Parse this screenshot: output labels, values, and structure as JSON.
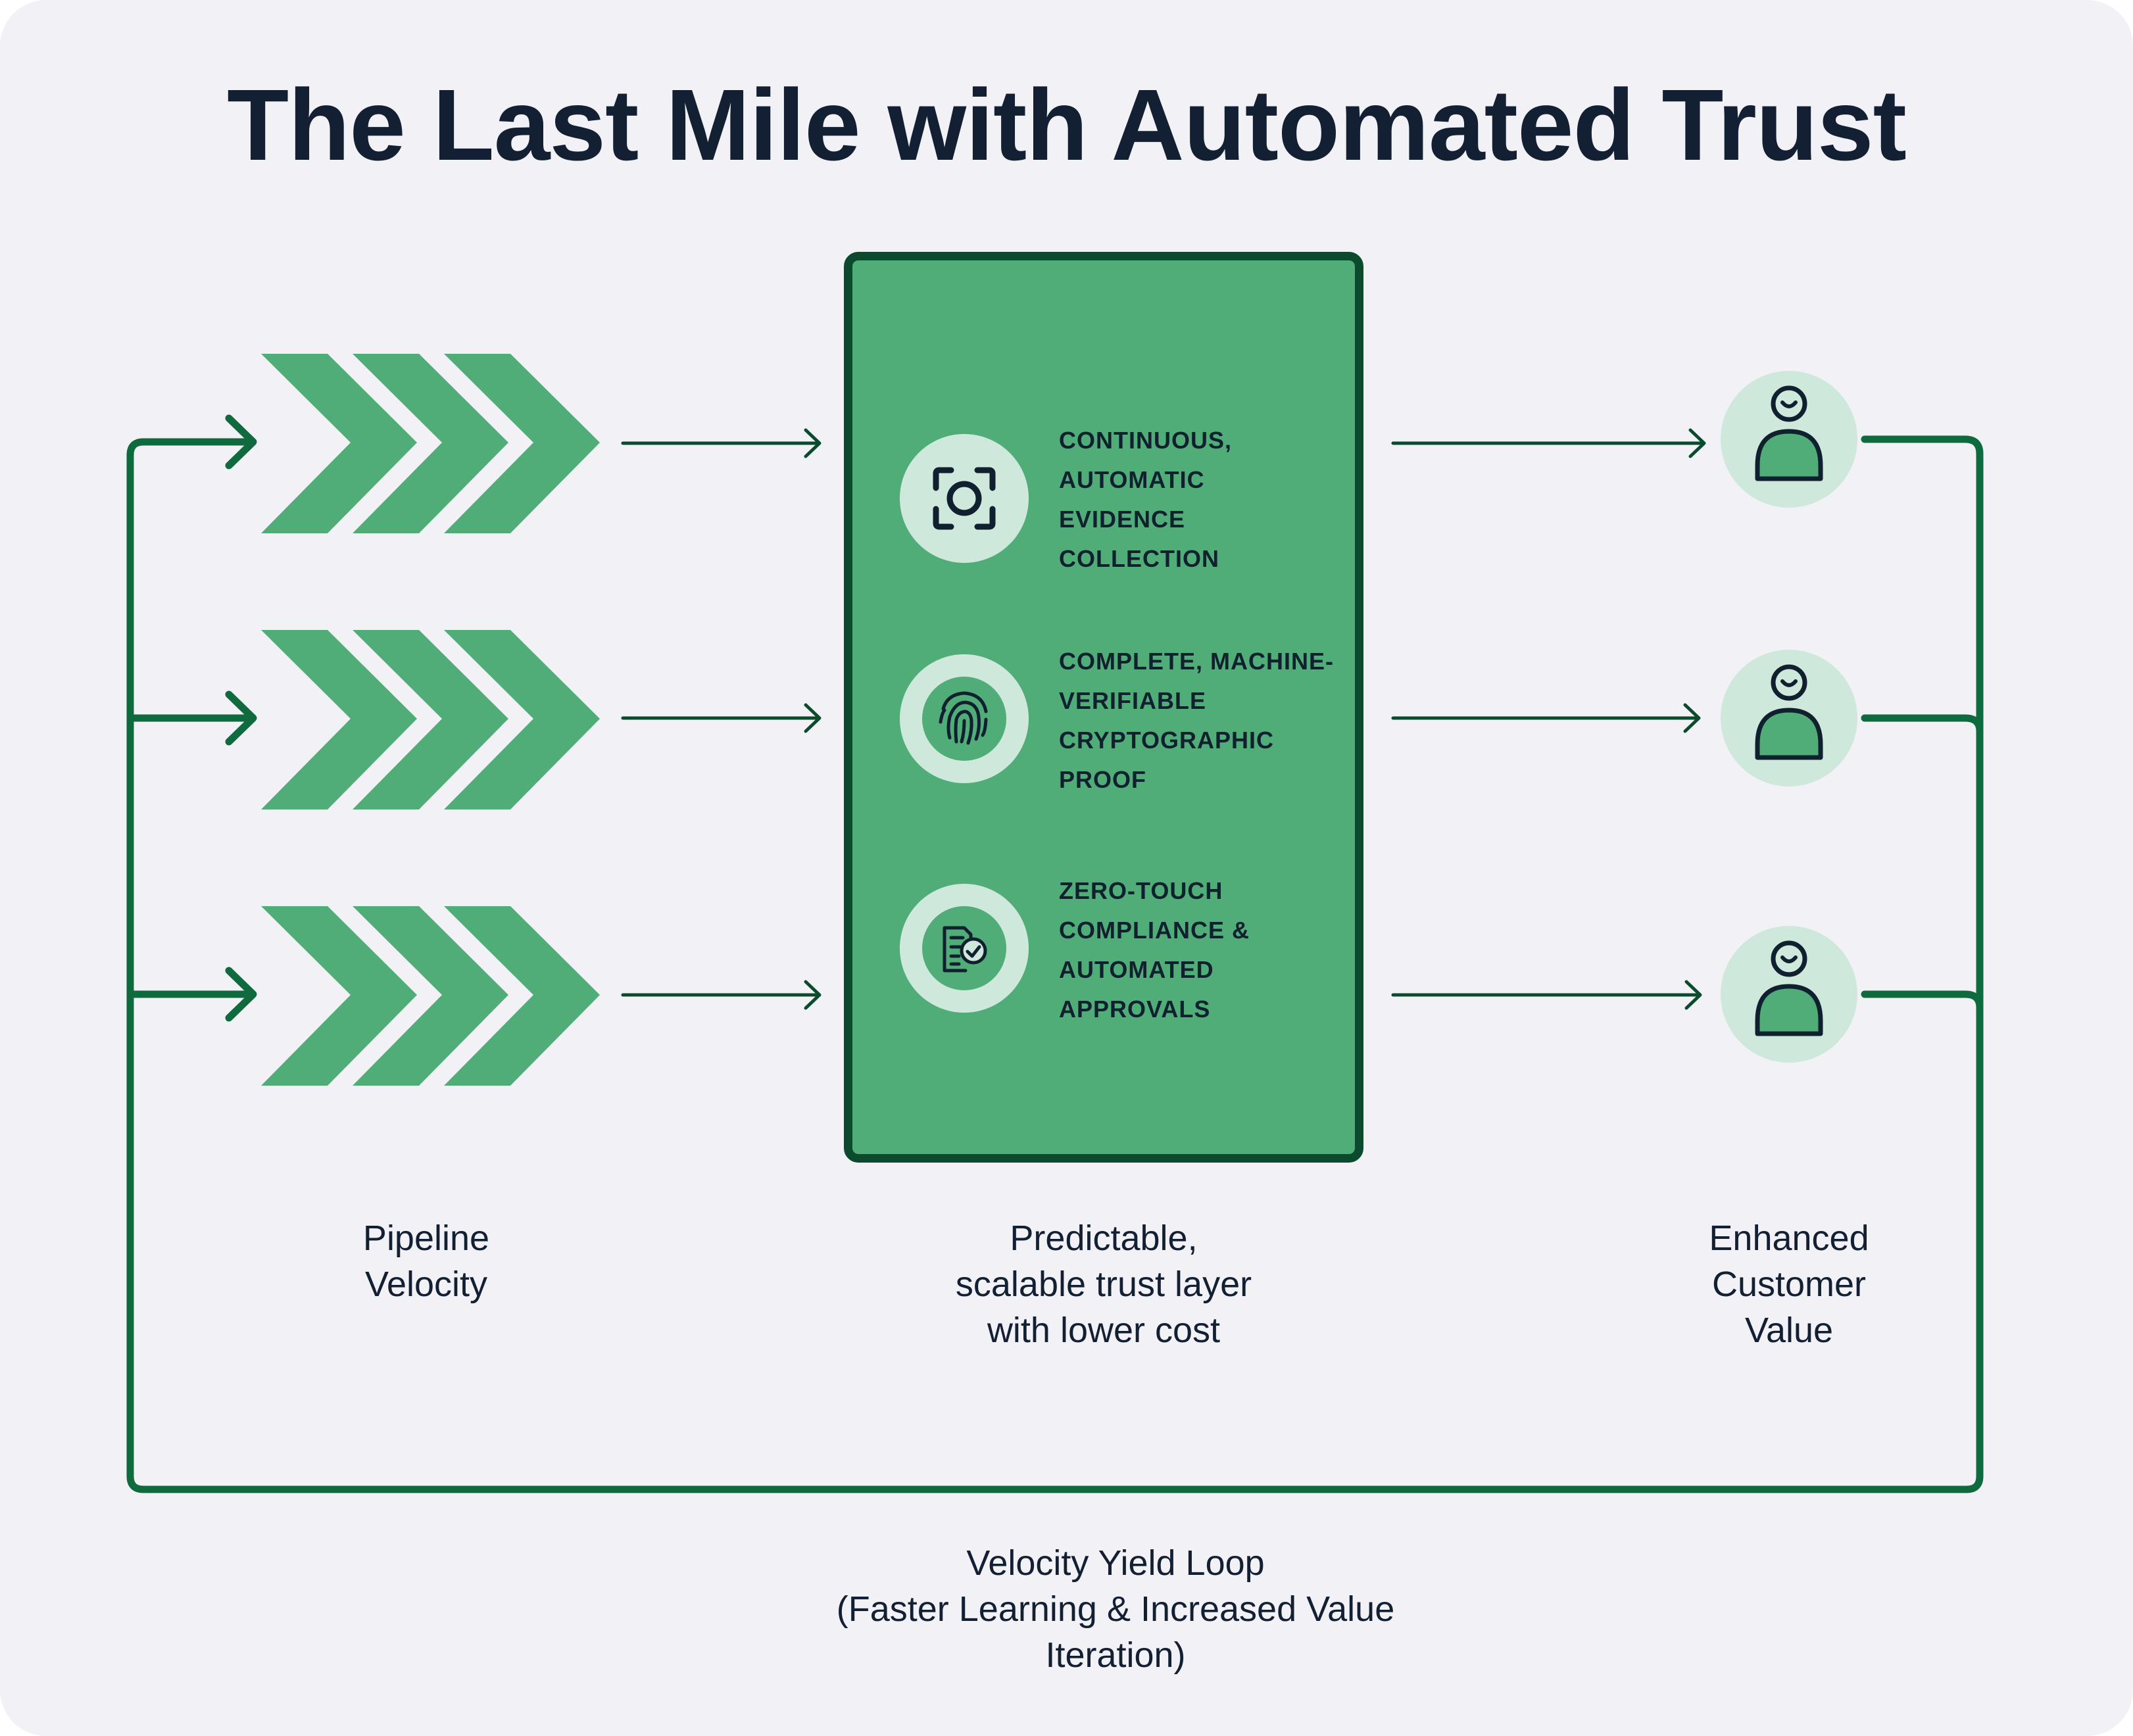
{
  "title": "The Last Mile with Automated Trust",
  "colors": {
    "background": "#f1f1f6",
    "green": "#51ad78",
    "dark_green": "#0b4a2c",
    "loop_line": "#0f6a3e",
    "light_green": "#cfe8dc",
    "text": "#131f33"
  },
  "features": [
    {
      "icon": "camera-scan-icon",
      "lines": [
        "CONTINUOUS,",
        "AUTOMATIC",
        "EVIDENCE",
        "COLLECTION"
      ]
    },
    {
      "icon": "fingerprint-icon",
      "lines": [
        "COMPLETE, MACHINE-",
        "VERIFIABLE",
        "CRYPTOGRAPHIC",
        "PROOF"
      ]
    },
    {
      "icon": "document-check-icon",
      "lines": [
        "ZERO-TOUCH",
        "COMPLIANCE &",
        "AUTOMATED",
        "APPROVALS"
      ]
    }
  ],
  "captions": {
    "left": [
      "Pipeline",
      "Velocity"
    ],
    "center": [
      "Predictable,",
      "scalable trust layer",
      "with lower cost"
    ],
    "right": [
      "Enhanced",
      "Customer",
      "Value"
    ]
  },
  "loop_caption": [
    "Velocity Yield Loop",
    "(Faster Learning & Increased Value",
    "Iteration)"
  ],
  "icons": {
    "chevrons": "chevron-arrows-icon",
    "customer": "person-icon"
  }
}
